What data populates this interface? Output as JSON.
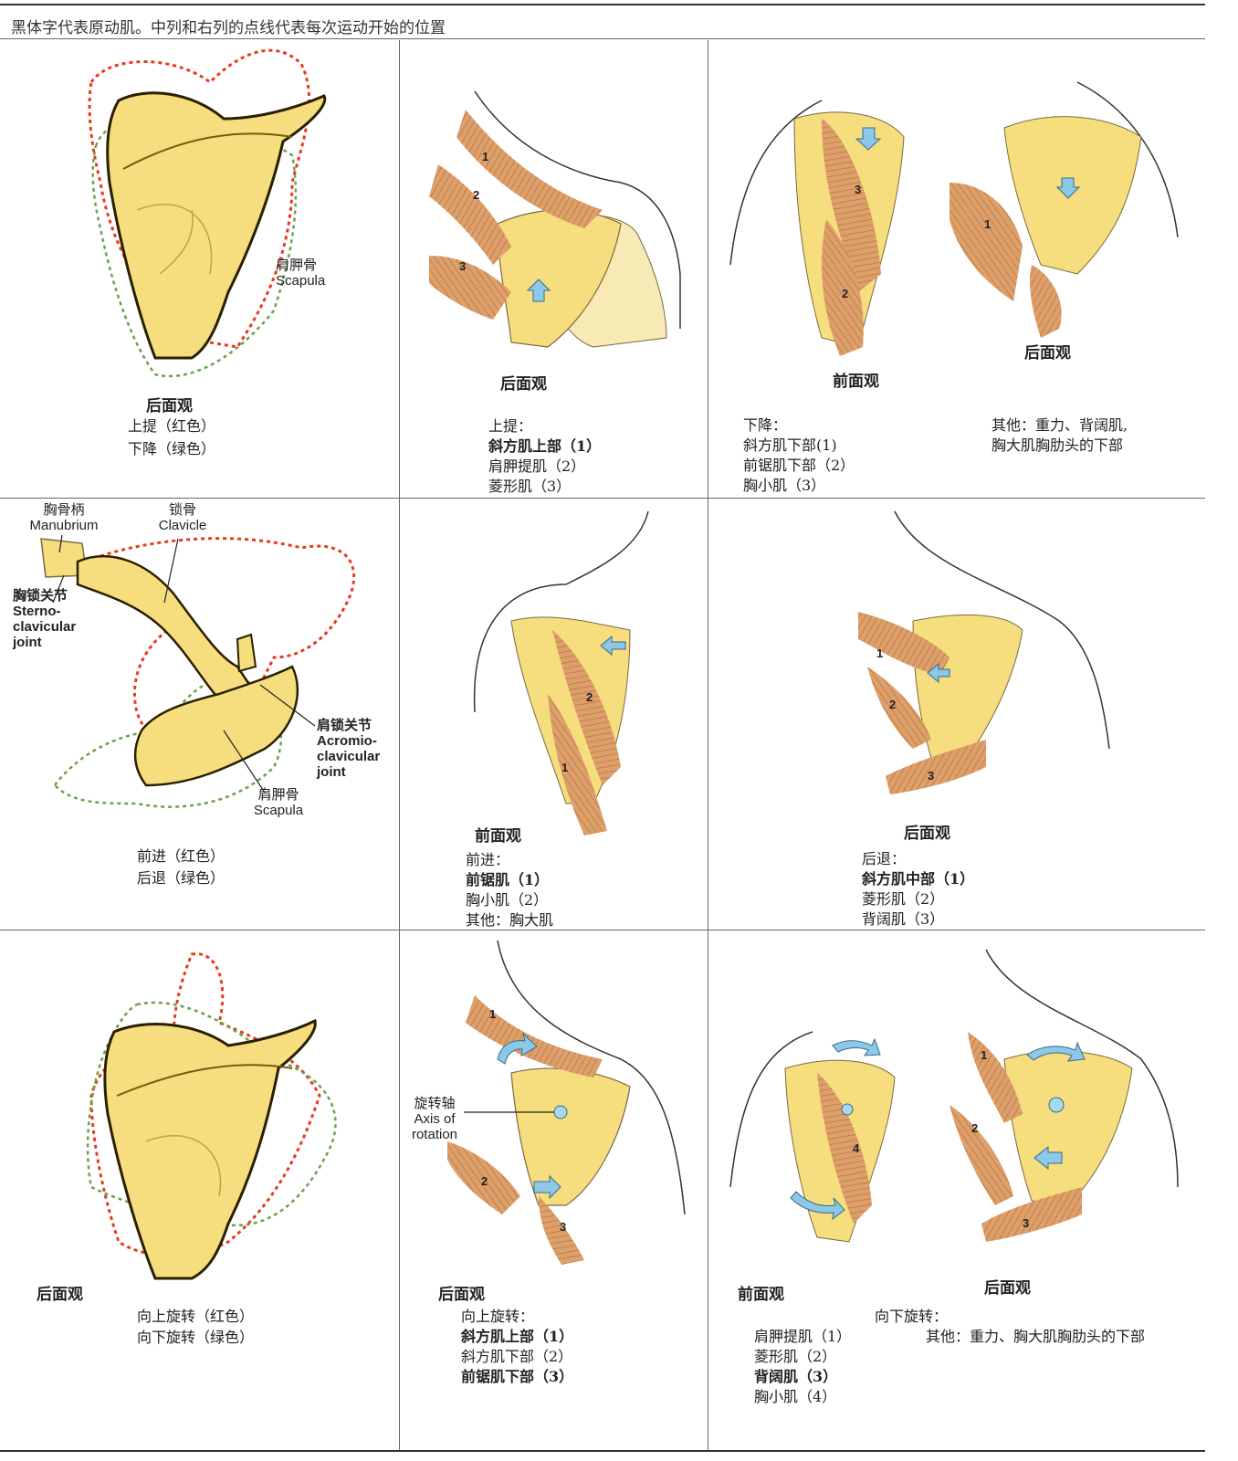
{
  "caption": "黑体字代表原动肌。中列和右列的点线代表每次运动开始的位置",
  "colors": {
    "bone": "#f6dd7e",
    "bone_outline": "#2a2000",
    "muscle": "#d99a62",
    "red_dash": "#e83a1e",
    "green_dash": "#6aa24a",
    "arrow": "#8cc8e8"
  },
  "row1": {
    "left": {
      "view": "后面观",
      "bone_cn": "肩胛骨",
      "bone_en": "Scapula",
      "lines": [
        "上提（红色）",
        "下降（绿色）"
      ]
    },
    "middle": {
      "view": "后面观",
      "title": "上提：",
      "muscles": [
        {
          "text": "斜方肌上部（1）",
          "bold": true
        },
        {
          "text": "肩胛提肌（2）",
          "bold": false
        },
        {
          "text": "菱形肌（3）",
          "bold": false
        }
      ]
    },
    "right": {
      "view_front": "前面观",
      "view_back": "后面观",
      "title": "下降：",
      "muscles": [
        {
          "text": "斜方肌下部(1)",
          "bold": false
        },
        {
          "text": "前锯肌下部（2）",
          "bold": false
        },
        {
          "text": "胸小肌（3）",
          "bold": false
        }
      ],
      "other": [
        "其他：重力、背阔肌,",
        "胸大肌胸肋头的下部"
      ]
    }
  },
  "row2": {
    "left": {
      "manubrium_cn": "胸骨柄",
      "manubrium_en": "Manubrium",
      "clavicle_cn": "锁骨",
      "clavicle_en": "Clavicle",
      "sc_cn": "胸锁关节",
      "sc_en": "Sterno-clavicular joint",
      "ac_cn": "肩锁关节",
      "ac_en": "Acromio-clavicular joint",
      "scapula_cn": "肩胛骨",
      "scapula_en": "Scapula",
      "lines": [
        "前进（红色）",
        "后退（绿色）"
      ]
    },
    "middle": {
      "view": "前面观",
      "title": "前进：",
      "muscles": [
        {
          "text": "前锯肌（1）",
          "bold": true
        },
        {
          "text": "胸小肌（2）",
          "bold": false
        },
        {
          "text": "其他：胸大肌",
          "bold": false
        }
      ]
    },
    "right": {
      "view": "后面观",
      "title": "后退：",
      "muscles": [
        {
          "text": "斜方肌中部（1）",
          "bold": true
        },
        {
          "text": "菱形肌（2）",
          "bold": false
        },
        {
          "text": "背阔肌（3）",
          "bold": false
        }
      ]
    }
  },
  "row3": {
    "left": {
      "view": "后面观",
      "lines": [
        "向上旋转（红色）",
        "向下旋转（绿色）"
      ]
    },
    "middle": {
      "view": "后面观",
      "axis_cn": "旋转轴",
      "axis_en1": "Axis of",
      "axis_en2": "rotation",
      "title": "向上旋转：",
      "muscles": [
        {
          "text": "斜方肌上部（1）",
          "bold": true
        },
        {
          "text": "斜方肌下部（2）",
          "bold": false
        },
        {
          "text": "前锯肌下部（3）",
          "bold": true
        }
      ]
    },
    "right": {
      "view_front": "前面观",
      "view_back": "后面观",
      "title": "向下旋转：",
      "muscles": [
        {
          "text": "肩胛提肌（1）",
          "bold": false
        },
        {
          "text": "菱形肌（2）",
          "bold": false
        },
        {
          "text": "背阔肌（3）",
          "bold": true
        },
        {
          "text": "胸小肌（4）",
          "bold": false
        }
      ],
      "other": "其他：重力、胸大肌胸肋头的下部"
    }
  }
}
